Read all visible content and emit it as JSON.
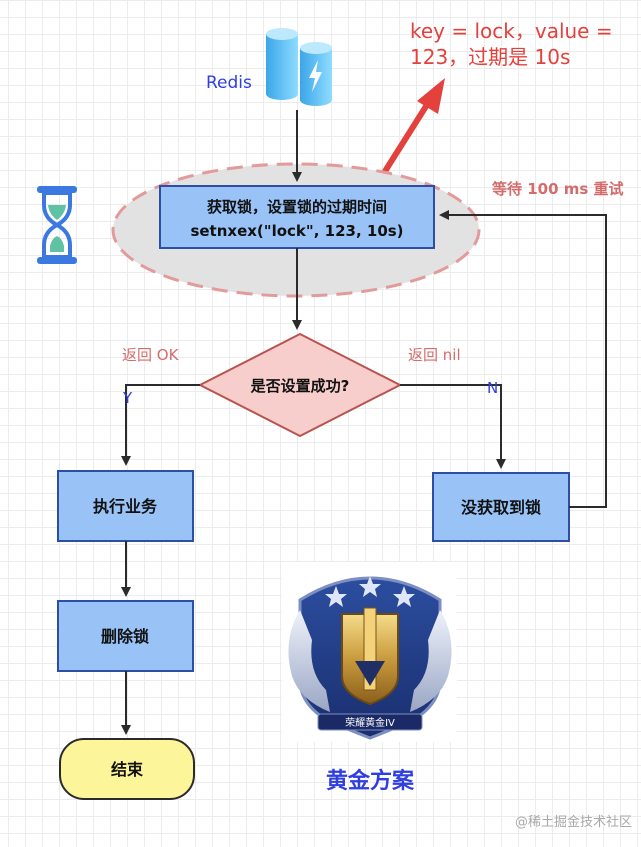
{
  "redis_label": "Redis",
  "annotation": {
    "line1": "key = lock，value =",
    "line2": "123，过期是 10s"
  },
  "retry_label": "等待 100 ms 重试",
  "acquire": {
    "line1": "获取锁，设置锁的过期时间",
    "line2": "setnxex(\"lock\", 123, 10s)"
  },
  "decision": "是否设置成功?",
  "return_ok": "返回 OK",
  "return_nil": "返回 nil",
  "branch_yes": "Y",
  "branch_no": "N",
  "execute": "执行业务",
  "no_lock": "没获取到锁",
  "delete_lock": "删除锁",
  "end": "结束",
  "badge_text": "荣耀黄金IV",
  "badge_caption": "黄金方案",
  "watermark": "@稀土掘金技术社区",
  "colors": {
    "box_fill": "#99c3f7",
    "box_stroke": "#2d4ea6",
    "diamond_fill": "#f8cecc",
    "diamond_stroke": "#b85450",
    "end_fill": "#fdf59a",
    "red_text": "#e4403c",
    "blue_text": "#2f3ee0",
    "pink_text": "#d56c6c"
  }
}
